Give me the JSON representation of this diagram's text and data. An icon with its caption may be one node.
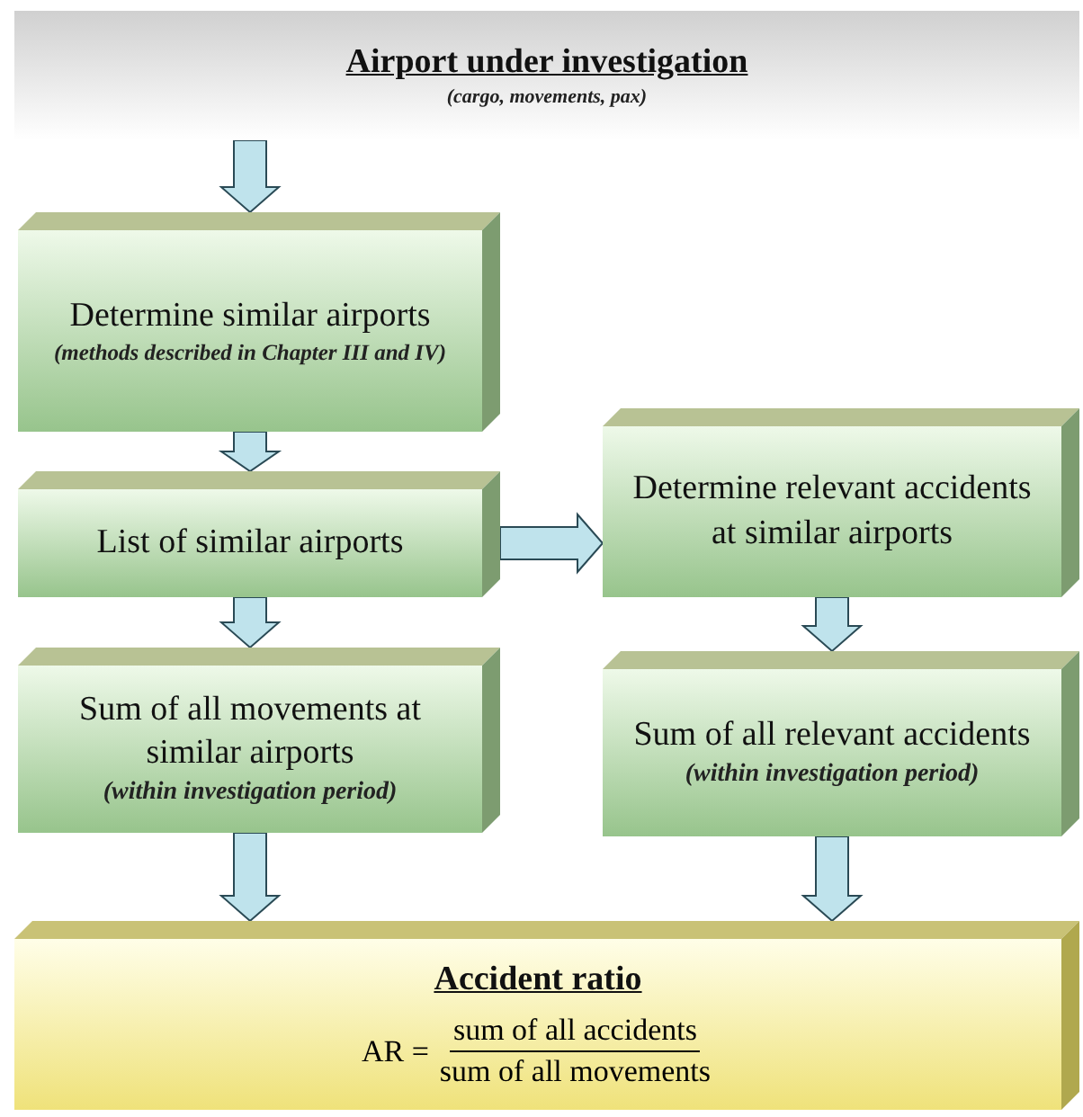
{
  "diagram": {
    "nodes": [
      {
        "text": [
          "Airport under investigation",
          "(cargo, movements, pax)"
        ]
      },
      {
        "text": [
          "Determine similar airports",
          "(methods described in Chapter III and IV)"
        ]
      },
      {
        "text": [
          "List of similar airports"
        ]
      },
      {
        "text": [
          "Determine relevant accidents at similar airports"
        ]
      },
      {
        "text": [
          "Sum of all movements at similar airports",
          "(within investigation period)"
        ]
      },
      {
        "text": [
          "Sum of all relevant accidents",
          "(within investigation period)"
        ]
      },
      {
        "text": [
          "Accident ratio",
          "AR =",
          "sum of all accidents",
          "sum of all movements"
        ]
      }
    ],
    "edges": [
      {
        "from": 0,
        "to": 1,
        "arrow": "to"
      },
      {
        "from": 1,
        "to": 2,
        "arrow": "to"
      },
      {
        "from": 2,
        "to": 3,
        "arrow": "to"
      },
      {
        "from": 2,
        "to": 4,
        "arrow": "to"
      },
      {
        "from": 3,
        "to": 5,
        "arrow": "to"
      },
      {
        "from": 4,
        "to": 6,
        "arrow": "to"
      },
      {
        "from": 5,
        "to": 6,
        "arrow": "to"
      }
    ]
  }
}
